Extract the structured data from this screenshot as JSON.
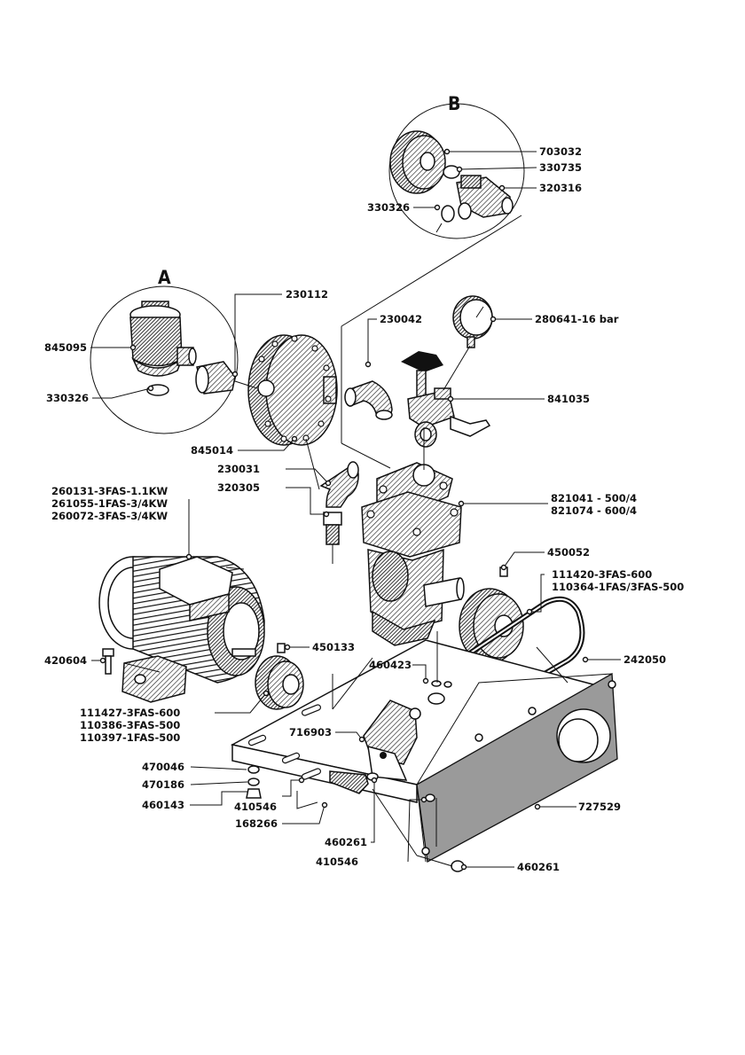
{
  "detail_a": "A",
  "detail_b": "B",
  "parts": {
    "p703032": "703032",
    "p330735": "330735",
    "p320316": "320316",
    "p330326_b": "330326",
    "p230112": "230112",
    "p845095": "845095",
    "p330326_a": "330326",
    "p230042": "230042",
    "p280641": "280641-16 bar",
    "p841035": "841035",
    "p845014": "845014",
    "p230031": "230031",
    "p320305": "320305",
    "motor_1": "260131-3FAS-1.1KW",
    "motor_2": "261055-1FAS-3/4KW",
    "motor_3": "260072-3FAS-3/4KW",
    "pump_1": "821041 - 500/4",
    "pump_2": "821074 - 600/4",
    "p450052": "450052",
    "pulley_1": "111420-3FAS-600",
    "pulley_2": "110364-1FAS/3FAS-500",
    "p420604": "420604",
    "p450133": "450133",
    "p460423": "460423",
    "p242050": "242050",
    "motor_pulley_1": "111427-3FAS-600",
    "motor_pulley_2": "110386-3FAS-500",
    "motor_pulley_3": "110397-1FAS-500",
    "p716903": "716903",
    "p470046": "470046",
    "p470186": "470186",
    "p460143": "460143",
    "p410546_a": "410546",
    "p168266": "168266",
    "p727529": "727529",
    "p460261_a": "460261",
    "p410546_b": "410546",
    "p460261_b": "460261"
  }
}
